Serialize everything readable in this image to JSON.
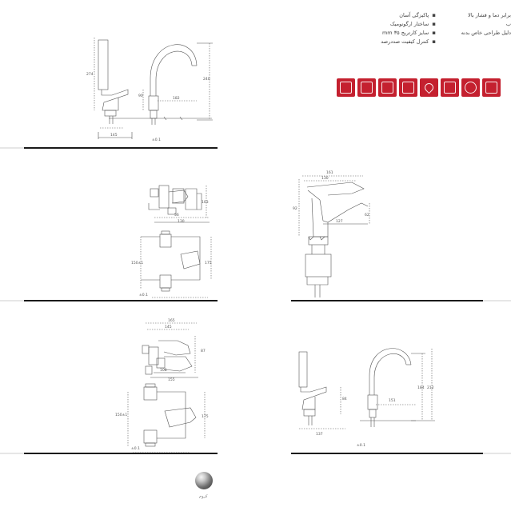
{
  "features": {
    "left_column": [
      "پاکیزگی آسان",
      "ساختار ارگونومیک",
      "سایز کارتریج ۳۵ mm",
      "کنترل کیفیت صددرصد"
    ],
    "right_column": [
      "برابر دما و فشار بالا",
      "ب",
      "دلیل طراحی خاص بدنه"
    ]
  },
  "icons": [
    "trophy-icon",
    "sink-icon",
    "hand-icon",
    "faucet-icon",
    "drop-icon",
    "cartridge-icon",
    "target-icon",
    "hourglass-icon"
  ],
  "colors": {
    "accent": "#c4202f",
    "divider": "#1a1a1a",
    "line": "#555555"
  },
  "drawings": {
    "d1": {
      "side_height": "274",
      "mid": "90",
      "depth": "182",
      "spout_height": "240",
      "base_width": "145",
      "tolerance": "±0.1"
    },
    "d2": {
      "height": "103",
      "spacing": "56",
      "width": "130",
      "center": "150±1",
      "body_height": "175",
      "tolerance": "±0.1"
    },
    "d3": {
      "width_top": "161",
      "width": "130",
      "height": "92",
      "reach": "127",
      "spout": "62"
    },
    "d4": {
      "width_top": "165",
      "width": "145",
      "height": "87",
      "spacing": "108",
      "width_bottom": "155",
      "center": "150±1",
      "body_height": "175",
      "tolerance": "±0.1"
    },
    "d5": {
      "side": "84",
      "reach": "151",
      "spout_height": "184",
      "total_height": "212",
      "base": "137",
      "tolerance": "±0.1"
    }
  },
  "finish": {
    "label": "کروم"
  }
}
